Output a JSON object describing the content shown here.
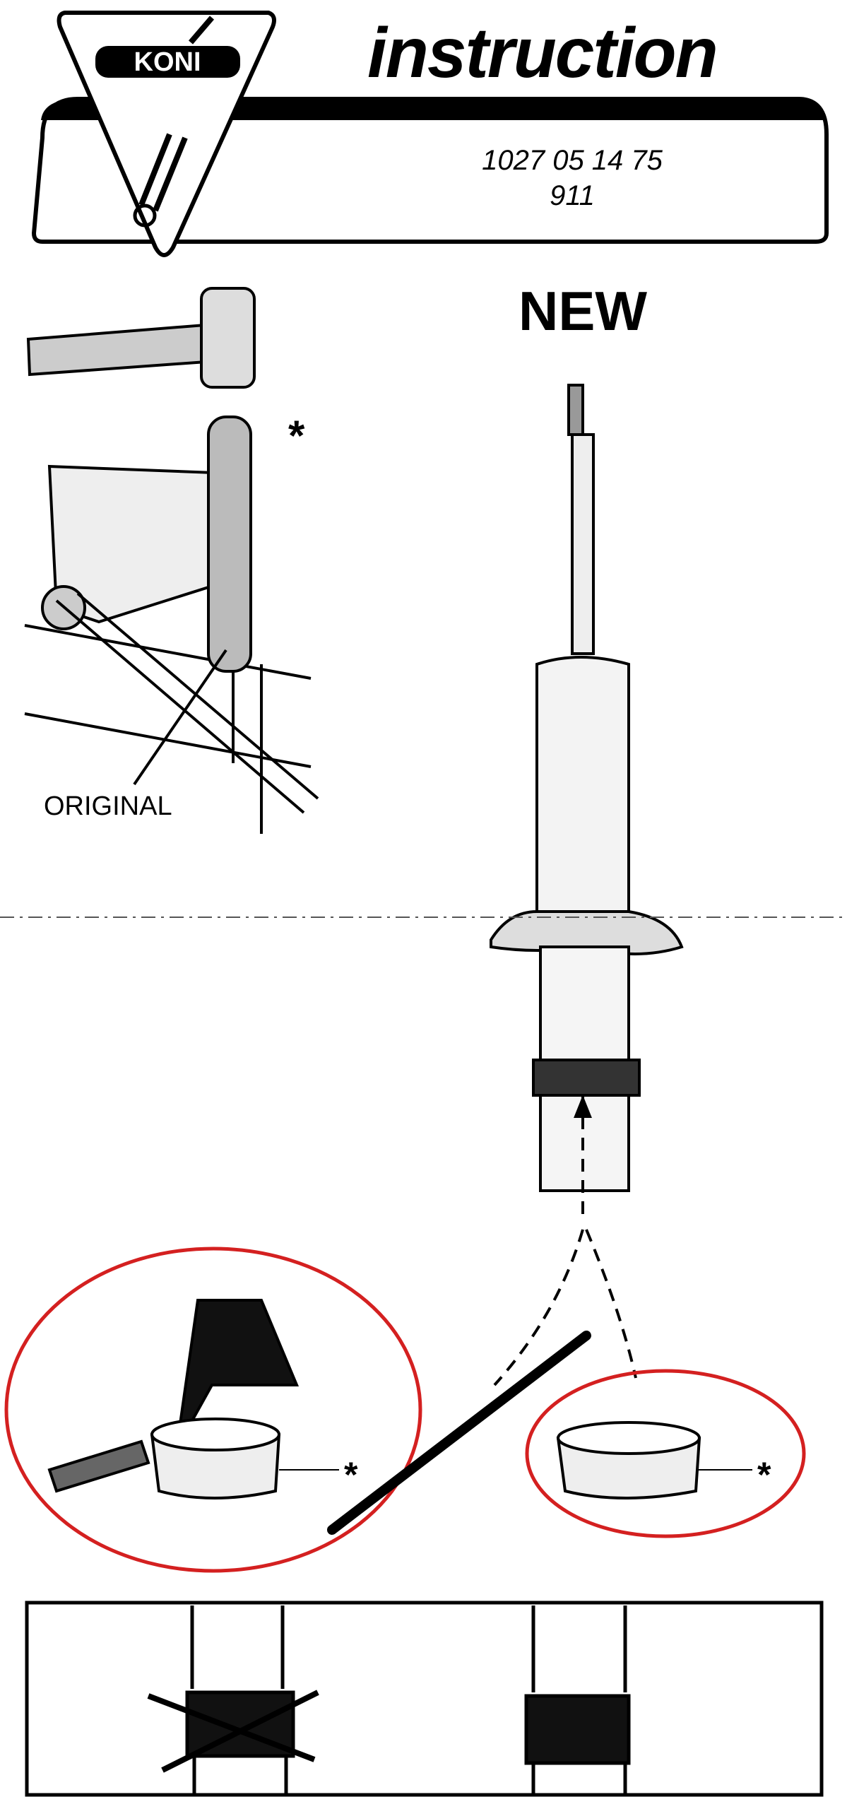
{
  "header": {
    "logo_text": "KONI",
    "title": "instruction",
    "part_number": "1027 05 14 75",
    "model": "911"
  },
  "figure": {
    "new_label": "NEW",
    "original_label": "ORIGINAL",
    "asterisk": "*"
  },
  "colors": {
    "ink": "#000000",
    "highlight": "#d42020"
  }
}
